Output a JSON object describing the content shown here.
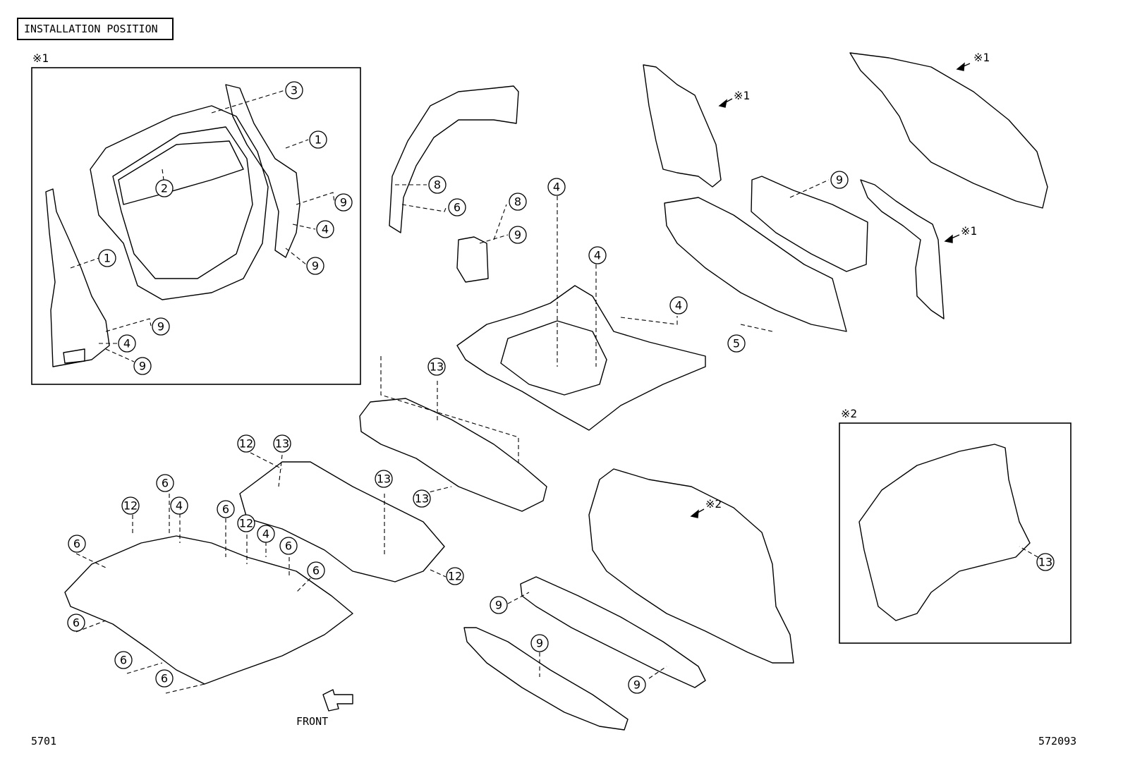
{
  "header": {
    "title": "INSTALLATION POSITION"
  },
  "refs": {
    "inset1": "※1",
    "inset2": "※2",
    "arrow_ref1": "※1",
    "arrow_ref2": "※2"
  },
  "footer": {
    "front_label": "FRONT",
    "left_code": "5701",
    "right_code": "572093"
  },
  "callouts": [
    {
      "label": "3"
    },
    {
      "label": "1"
    },
    {
      "label": "2"
    },
    {
      "label": "9"
    },
    {
      "label": "4"
    },
    {
      "label": "9"
    },
    {
      "label": "1"
    },
    {
      "label": "9"
    },
    {
      "label": "4"
    },
    {
      "label": "9"
    },
    {
      "label": "8"
    },
    {
      "label": "6"
    },
    {
      "label": "8"
    },
    {
      "label": "9"
    },
    {
      "label": "4"
    },
    {
      "label": "4"
    },
    {
      "label": "4"
    },
    {
      "label": "9"
    },
    {
      "label": "5"
    },
    {
      "label": "13"
    },
    {
      "label": "12"
    },
    {
      "label": "13"
    },
    {
      "label": "13"
    },
    {
      "label": "13"
    },
    {
      "label": "12"
    },
    {
      "label": "6"
    },
    {
      "label": "12"
    },
    {
      "label": "4"
    },
    {
      "label": "6"
    },
    {
      "label": "12"
    },
    {
      "label": "4"
    },
    {
      "label": "6"
    },
    {
      "label": "6"
    },
    {
      "label": "6"
    },
    {
      "label": "6"
    },
    {
      "label": "6"
    },
    {
      "label": "6"
    },
    {
      "label": "9"
    },
    {
      "label": "9"
    },
    {
      "label": "9"
    },
    {
      "label": "13"
    }
  ]
}
